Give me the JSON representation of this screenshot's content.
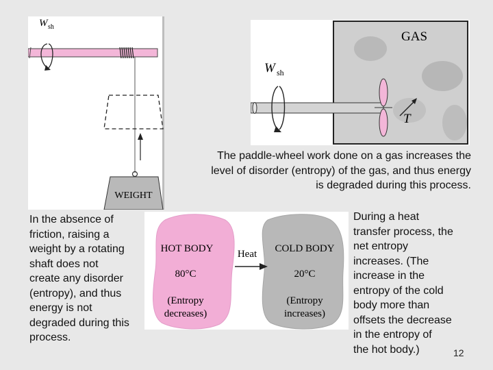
{
  "weight_figure": {
    "shaft_work_symbol": "W",
    "shaft_work_subscript": "sh",
    "weight_label": "WEIGHT"
  },
  "gas_figure": {
    "gas_label": "GAS",
    "shaft_work_symbol": "W",
    "shaft_work_subscript": "sh",
    "temperature_symbol": "T"
  },
  "paddle_caption": {
    "lines": [
      "The paddle-wheel work done on a gas increases the",
      "level of disorder (entropy) of the gas, and thus energy",
      "is degraded during this process."
    ]
  },
  "weight_caption": {
    "lines": [
      "In the absence of",
      "friction, raising a",
      "weight by a rotating",
      "shaft does not",
      "create any disorder",
      "(entropy), and thus",
      "energy is not",
      "degraded during this",
      "process."
    ]
  },
  "heat_figure": {
    "hot_title": "HOT BODY",
    "hot_temp": "80°C",
    "hot_note_1": "(Entropy",
    "hot_note_2": "decreases)",
    "heat_label": "Heat",
    "cold_title": "COLD BODY",
    "cold_temp": "20°C",
    "cold_note_1": "(Entropy",
    "cold_note_2": "increases)"
  },
  "heat_caption": {
    "lines": [
      "During a heat",
      "transfer process, the",
      "net entropy",
      "increases. (The",
      "increase in the",
      "entropy of the cold",
      "body more than",
      "offsets the decrease",
      "in the entropy of",
      "the hot body.)"
    ]
  },
  "page_number": "12",
  "colors": {
    "background": "#e8e8e8",
    "hot_body": "#f2aed6",
    "cold_body": "#b8b8b8",
    "shaft_pink": "#f3b6d8",
    "gas_fill": "#cfcfcf"
  }
}
